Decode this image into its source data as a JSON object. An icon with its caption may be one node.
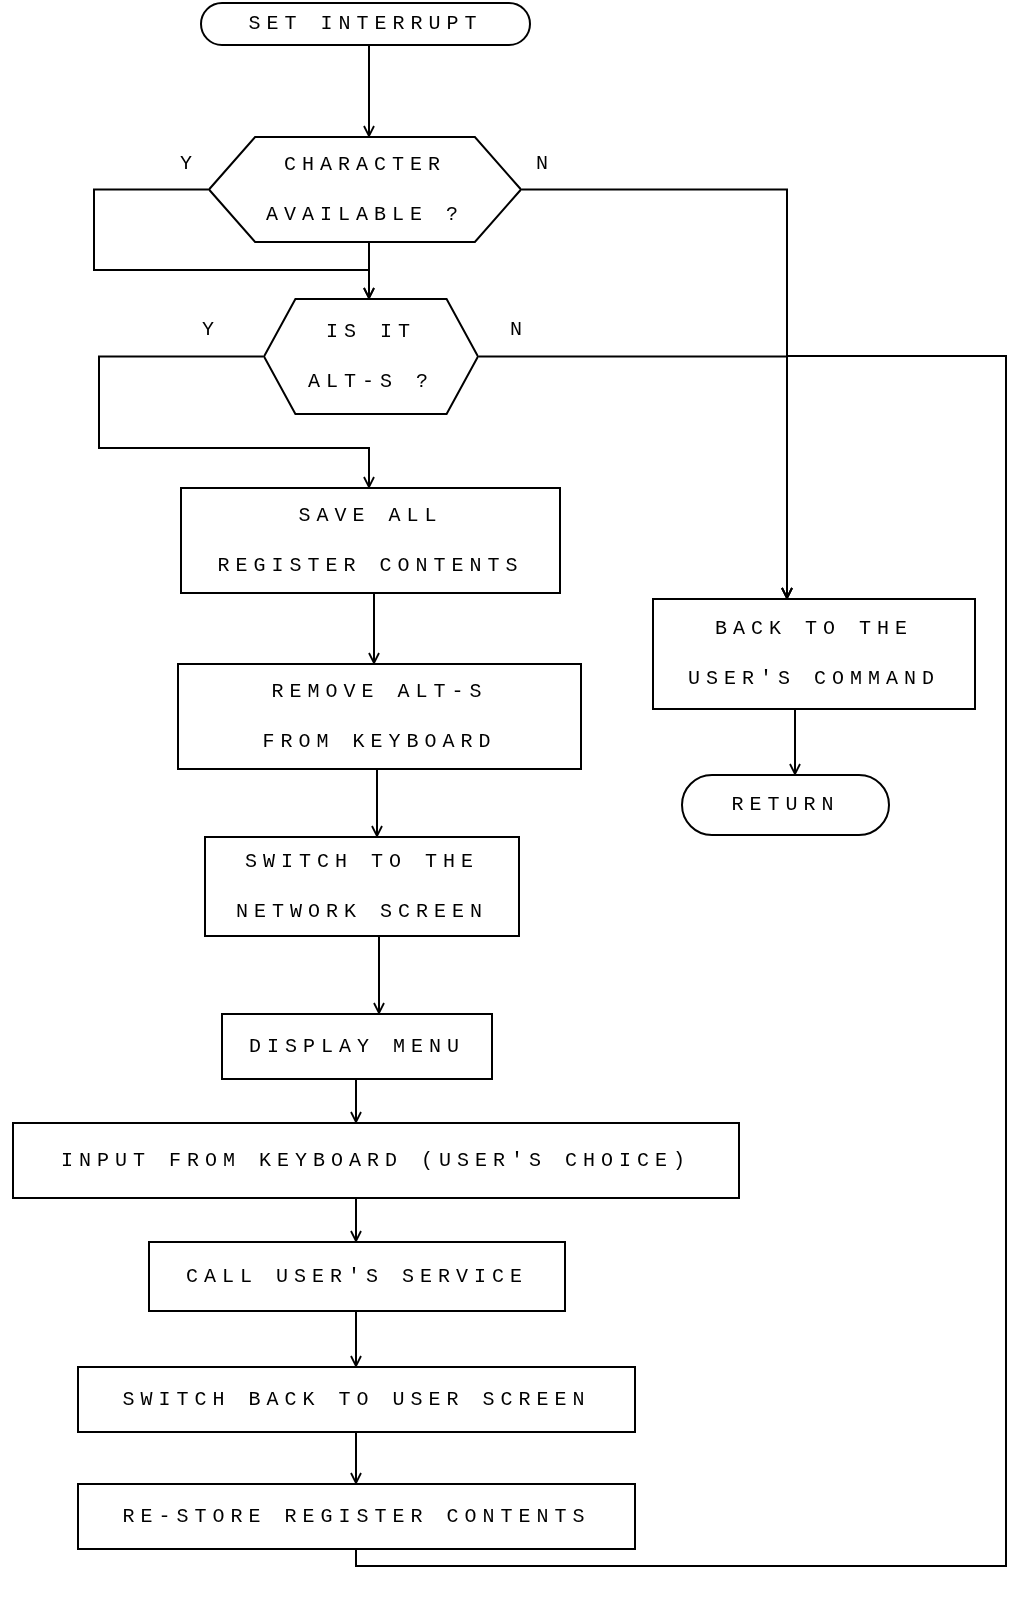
{
  "diagram": {
    "nodes": [
      {
        "text": [
          "SET INTERRUPT"
        ]
      },
      {
        "text": [
          "CHARACTER AVAILABLE ?"
        ]
      },
      {
        "text": [
          "IS IT ALT-S ?"
        ]
      },
      {
        "text": [
          "SAVE ALL REGISTER CONTENTS"
        ]
      },
      {
        "text": [
          "REMOVE ALT-S FROM KEYBOARD"
        ]
      },
      {
        "text": [
          "SWITCH TO THE NETWORK SCREEN"
        ]
      },
      {
        "text": [
          "DISPLAY MENU"
        ]
      },
      {
        "text": [
          "INPUT FROM KEYBOARD (USER'S CHOICE)"
        ]
      },
      {
        "text": [
          "CALL USER'S SERVICE"
        ]
      },
      {
        "text": [
          "SWITCH BACK TO USER SCREEN"
        ]
      },
      {
        "text": [
          "RE-STORE REGISTER CONTENTS"
        ]
      },
      {
        "text": [
          "BACK TO THE USER'S COMMAND"
        ]
      },
      {
        "text": [
          "RETURN"
        ]
      }
    ],
    "edges": [
      {
        "from": 0,
        "to": 1,
        "arrow": "to"
      },
      {
        "from": 1,
        "to": 2,
        "arrow": "to"
      },
      {
        "from": 1,
        "to": 2,
        "arrow": "to",
        "label": "Y"
      },
      {
        "from": 1,
        "to": 11,
        "arrow": "to",
        "label": "N"
      },
      {
        "from": 2,
        "to": 3,
        "arrow": "to",
        "label": "Y"
      },
      {
        "from": 2,
        "to": 11,
        "arrow": "to",
        "label": "N"
      },
      {
        "from": 3,
        "to": 4,
        "arrow": "to"
      },
      {
        "from": 4,
        "to": 5,
        "arrow": "to"
      },
      {
        "from": 5,
        "to": 6,
        "arrow": "to"
      },
      {
        "from": 6,
        "to": 7,
        "arrow": "to"
      },
      {
        "from": 7,
        "to": 8,
        "arrow": "to"
      },
      {
        "from": 8,
        "to": 9,
        "arrow": "to"
      },
      {
        "from": 9,
        "to": 10,
        "arrow": "to"
      },
      {
        "from": 10,
        "to": 11,
        "arrow": "to"
      },
      {
        "from": 11,
        "to": 12,
        "arrow": "to"
      }
    ]
  }
}
